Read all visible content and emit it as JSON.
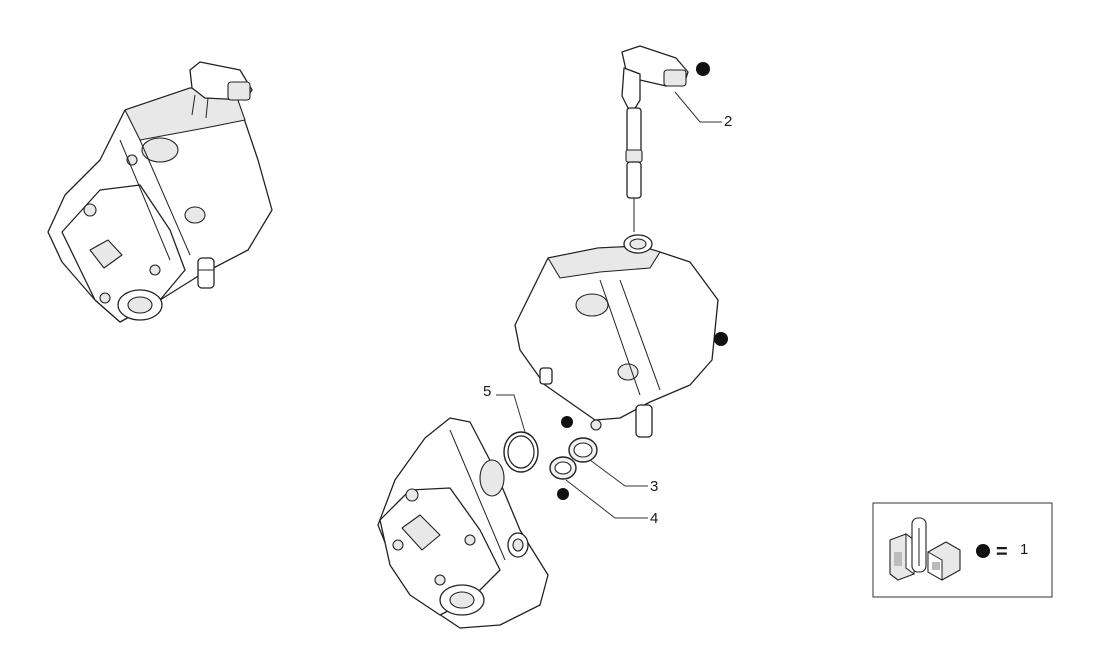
{
  "callouts": {
    "c2": "2",
    "c3": "3",
    "c4": "4",
    "c5": "5"
  },
  "kit_legend": {
    "equals": "=",
    "number": "1"
  },
  "colors": {
    "line": "#222222",
    "marker": "#111111",
    "background": "#ffffff"
  }
}
